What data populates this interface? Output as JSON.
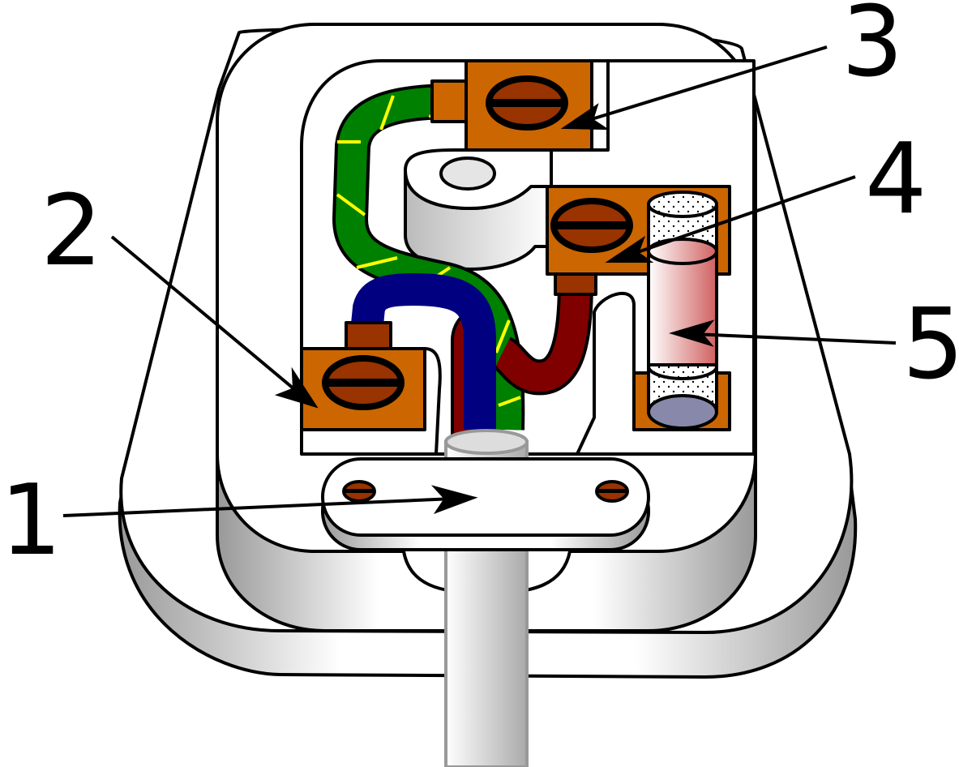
{
  "diagram": {
    "labels": [
      "1",
      "2",
      "3",
      "4",
      "5"
    ],
    "colors": {
      "terminal": "#cc6600",
      "screw": "#993300",
      "earth_wire": "#008000",
      "earth_stripe": "#ffff00",
      "neutral_wire": "#000080",
      "live_wire": "#800000",
      "fuse": "#e8a0a0",
      "fuse_cap": "#8888aa"
    },
    "icons": [
      "plug-body",
      "cable",
      "cord-grip",
      "earth-terminal",
      "neutral-terminal",
      "live-terminal",
      "fuse"
    ]
  }
}
